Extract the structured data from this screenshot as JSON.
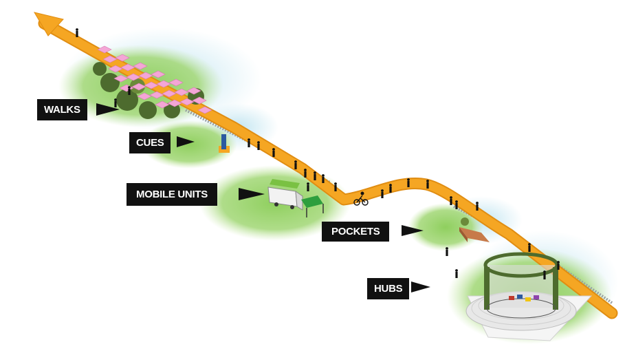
{
  "labels": {
    "walks": "WALKS",
    "cues": "CUES",
    "mobile_units": "MOBILE UNITS",
    "pockets": "POCKETS",
    "hubs": "HUBS"
  },
  "colors": {
    "path": "#f5a623",
    "path_edge": "#e08d12",
    "grass": "#8fcf5e",
    "water": "#9fd3e6",
    "label_bg": "#111111",
    "label_text": "#ffffff",
    "umbrella": "#f4a6d6",
    "tree": "#4d6b2e"
  }
}
